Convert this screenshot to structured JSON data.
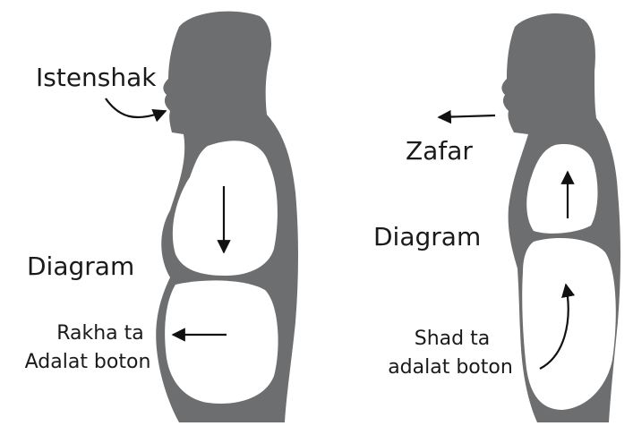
{
  "left_figure": {
    "inhale_label": "Istenshak",
    "diaphragm_label": "Diagram",
    "abdomen_label_line1": "Rakha ta",
    "abdomen_label_line2": "Adalat boton"
  },
  "right_figure": {
    "exhale_label": "Zafar",
    "diaphragm_label": "Diagram",
    "abdomen_label_line1": "Shad ta",
    "abdomen_label_line2": "adalat boton"
  },
  "colors": {
    "body": "#6d6e70",
    "cavity": "#ffffff",
    "text": "#1a1a1a",
    "arrow": "#111111"
  }
}
